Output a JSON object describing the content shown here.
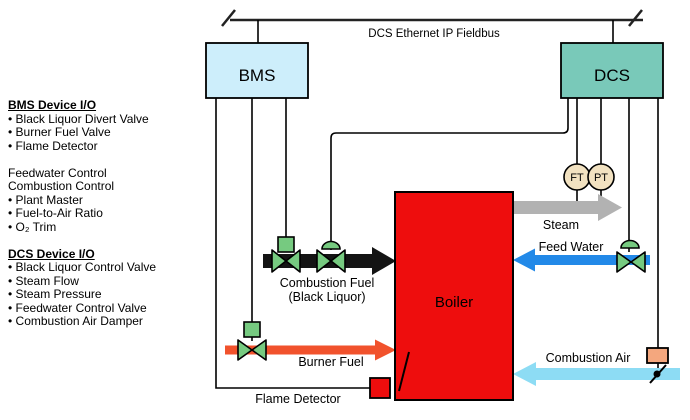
{
  "fieldbus": {
    "label": "DCS Ethernet IP Fieldbus"
  },
  "controllers": {
    "bms_label": "BMS",
    "dcs_label": "DCS"
  },
  "boiler": {
    "label": "Boiler"
  },
  "flows": {
    "combustion_fuel": {
      "label_line1": "Combustion Fuel",
      "label_line2": "(Black Liquor)",
      "color": "#141414"
    },
    "burner_fuel": {
      "label": "Burner Fuel",
      "color": "#f1522c"
    },
    "steam": {
      "label": "Steam",
      "color": "#b2b2b2"
    },
    "feed_water": {
      "label": "Feed Water",
      "color": "#2289e8"
    },
    "combustion_air": {
      "label": "Combustion Air",
      "color": "#8ddcf4"
    }
  },
  "instruments": {
    "flow_transmitter": "FT",
    "pressure_transmitter": "PT",
    "flame_detector_label": "Flame Detector"
  },
  "colors": {
    "bms_box": "#cdeefb",
    "dcs_box": "#79c9b9",
    "boiler": "#ee0d0d",
    "boiler_text": "#f6ddc5",
    "valve_green": "#76ca80",
    "instrument_cream": "#f2e2c1",
    "damper_salmon": "#f4a77e",
    "flame_detector_red": "#ee0d0d"
  },
  "left_panel": {
    "lines": [
      {
        "text": "BMS Device I/O"
      },
      {
        "text": "• Black Liquor Divert Valve"
      },
      {
        "text": "• Burner Fuel Valve"
      },
      {
        "text": "• Flame Detector"
      },
      {
        "text": ""
      },
      {
        "text": "Feedwater Control"
      },
      {
        "text": "Combustion Control"
      },
      {
        "text": "• Plant Master"
      },
      {
        "text": "• Fuel-to-Air Ratio"
      },
      {
        "text": "• O₂ Trim"
      },
      {
        "text": ""
      },
      {
        "text": "DCS Device I/O"
      },
      {
        "text": "• Black Liquor Control Valve"
      },
      {
        "text": "• Steam Flow"
      },
      {
        "text": "• Steam Pressure"
      },
      {
        "text": "• Feedwater Control Valve"
      },
      {
        "text": "• Combustion Air Damper"
      }
    ]
  }
}
